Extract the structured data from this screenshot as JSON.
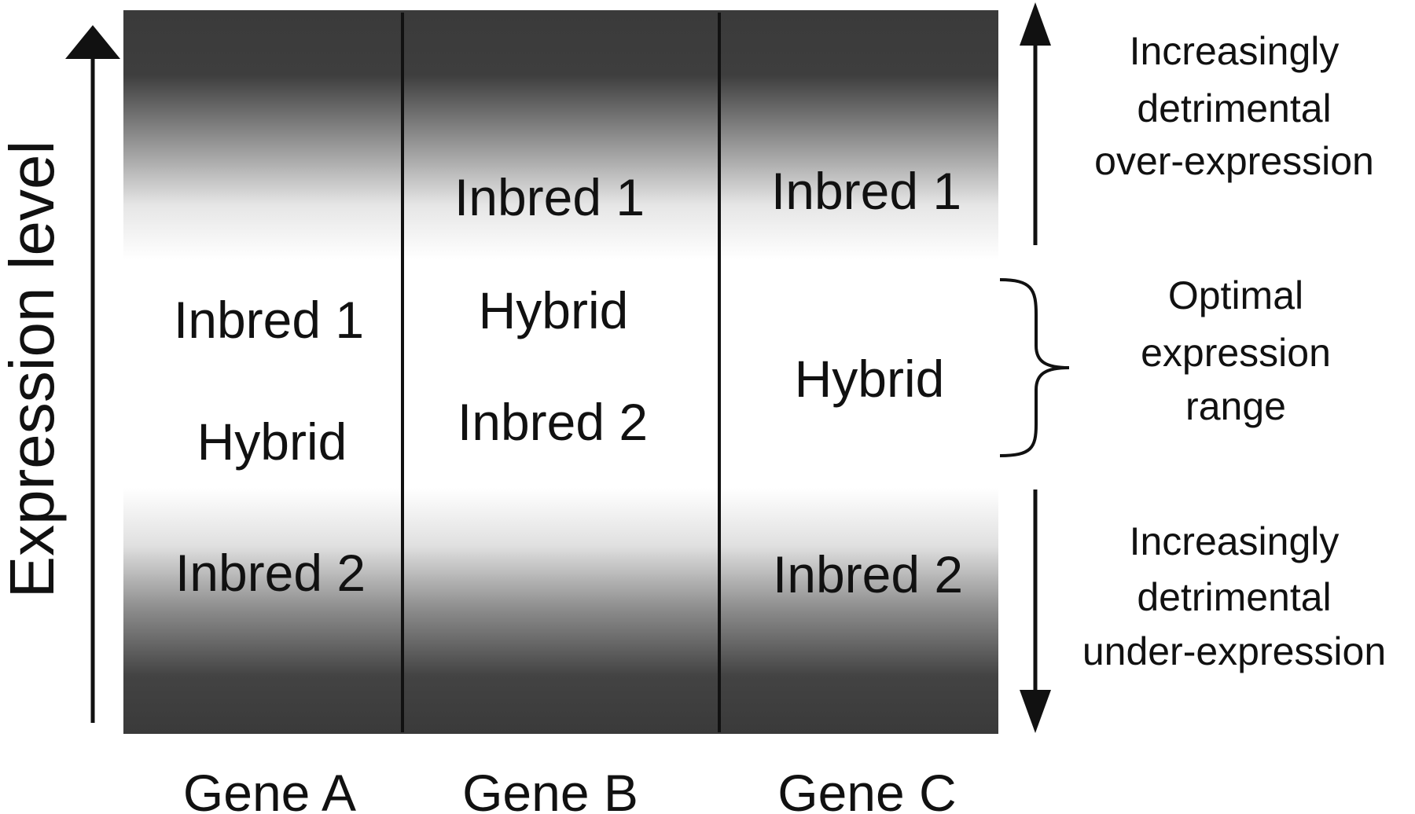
{
  "axis": {
    "title": "Expression level"
  },
  "genes": [
    {
      "label": "Gene A",
      "entries": [
        "Inbred 1",
        "Hybrid",
        "Inbred 2"
      ]
    },
    {
      "label": "Gene B",
      "entries": [
        "Inbred 1",
        "Hybrid",
        "Inbred 2"
      ]
    },
    {
      "label": "Gene C",
      "entries": [
        "Inbred 1",
        "Hybrid",
        "Inbred 2"
      ]
    }
  ],
  "annotations": {
    "over": [
      "Increasingly",
      "detrimental",
      "over-expression"
    ],
    "optimal": [
      "Optimal",
      "expression",
      "range"
    ],
    "under": [
      "Increasingly",
      "detrimental",
      "under-expression"
    ]
  },
  "colors": {
    "dark_band": "#3a3a3a",
    "light_band": "#ffffff",
    "lines": "#111111"
  }
}
